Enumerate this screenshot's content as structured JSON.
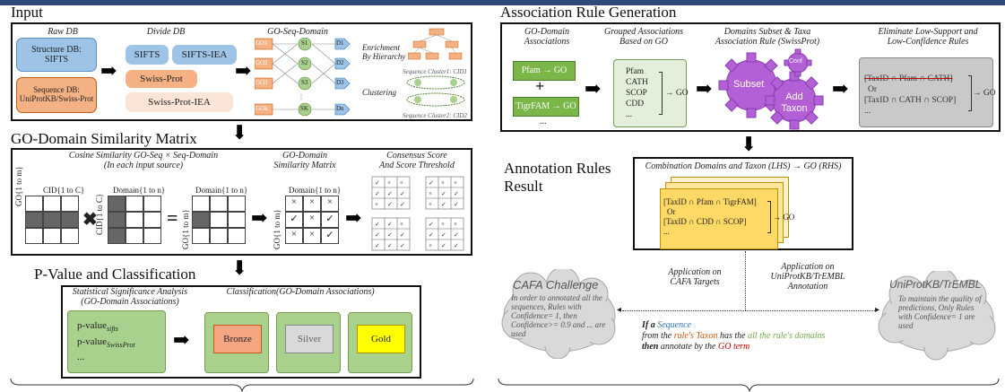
{
  "sections": {
    "input": "Input",
    "similarity": "GO-Domain Similarity Matrix",
    "pvalue": "P-Value and Classification",
    "assoc": "Association Rule Generation",
    "annot_line1": "Annotation Rules",
    "annot_line2": "Result"
  },
  "input": {
    "raw_db": "Raw DB",
    "divide_db": "Divide DB",
    "go_seq_domain": "GO-Seq-Domain",
    "structure_db_line1": "Structure DB:",
    "structure_db_line2": "SIFTS",
    "sequence_db_line1": "Sequence DB:",
    "sequence_db_line2": "UniProtKB/Swiss-Prot",
    "sifts": "SIFTS",
    "sifts_iea": "SIFTS-IEA",
    "swissprot": "Swiss-Prot",
    "swissprot_iea": "Swiss-Prot-IEA",
    "enrichment_line1": "Enrichment",
    "enrichment_line2": "By Hierarchy",
    "clustering": "Clustering",
    "seq_cluster1": "Sequence Cluster1: CID1",
    "seq_cluster2": "Sequence Cluster2: CID2",
    "go_nodes": [
      "GO1",
      "GO2",
      "GO3",
      "GOk"
    ],
    "s_nodes": [
      "S1",
      "S2",
      "S3",
      "SK"
    ],
    "d_nodes": [
      "D1",
      "D2",
      "D3",
      "Dn"
    ]
  },
  "similarity": {
    "cosine_line1": "Cosine Similarity GO-Seq × Seq-Domain",
    "cosine_line2": "(In each input source)",
    "matrix_title_line1": "GO-Domain",
    "matrix_title_line2": "Similarity Matrix",
    "consensus_line1": "Consensus Score",
    "consensus_line2": "And Score Threshold",
    "cid_label": "CID{1 to C}",
    "domain_label": "Domain{1 to n}",
    "go_label": "GO{1 to m}",
    "matrix_cells": [
      "×",
      "×",
      "×",
      "✓",
      "×",
      "✓",
      "×",
      "×",
      "✓"
    ]
  },
  "pvalue": {
    "stat_line1": "Statistical Significance Analysis",
    "stat_line2": "(GO-Domain Associations)",
    "class_title": "Classification(GO-Domain Associations)",
    "pval_sifts": "p-value",
    "pval_sifts_sub": "sifts",
    "pval_swiss": "p-value",
    "pval_swiss_sub": "SwissProt",
    "ellipsis": "...",
    "bronze": "Bronze",
    "silver": "Silver",
    "gold": "Gold"
  },
  "assoc": {
    "col1_line1": "GO-Domain",
    "col1_line2": "Associations",
    "col2_line1": "Grouped Associations",
    "col2_line2": "Based on GO",
    "col3_line1": "Domains Subset & Taxa",
    "col3_line2": "Association Rule (SwissProt)",
    "col4_line1": "Eliminate Low-Support and",
    "col4_line2": "Low-Confidence Rules",
    "pfam_go": "Pfam → GO",
    "tigrfam_go": "TigrFAM → GO",
    "plus": "+",
    "dots": "...",
    "grouped_items": [
      "Pfam",
      "CATH",
      "SCOP",
      "CDD",
      "..."
    ],
    "arrow_go": "→ GO",
    "subset": "Subset",
    "conf": "Conf",
    "add_taxon_line1": "Add",
    "add_taxon_line2": "Taxon",
    "rule1": "[TaxID ∩ Pfam ∩ CATH]",
    "rule_or": "Or",
    "rule2": "[TaxID ∩ CATH ∩ SCOP]",
    "rule_dots": "..."
  },
  "annot": {
    "combo_title": "Combination Domains and Taxon (LHS) → GO (RHS)",
    "rule1": "[TaxID ∩ Pfam ∩ TigrFAM]",
    "rule_or": "Or",
    "rule2": "[TaxID ∩ CDD ∩ SCOP]",
    "rule_dots": "...",
    "arrow_go": "→ GO",
    "app_cafa_line1": "Application on",
    "app_cafa_line2": "CAFA Targets",
    "app_uni_line1": "Application on",
    "app_uni_line2": "UniProtKB/TrEMBL",
    "app_uni_line3": "Annotation",
    "cafa_title": "CAFA Challenge",
    "cafa_text": "In order to annotated all the sequences, Rules with Confidence= 1, then Confidence>= 0.9 and ... are used",
    "uni_title": "UniProtKB/TrEMBL",
    "uni_text": "To maintain the quality of predictions, Only Rules with Confidence= 1 are used",
    "if_text_1": "If a ",
    "if_text_seq": "Sequence",
    "if_text_2": "from the ",
    "if_text_taxon": "rule's Taxon",
    "if_text_3": " has the ",
    "if_text_domains": "all the rule's domains",
    "if_text_4": "then",
    "if_text_5": " annotate by the ",
    "if_text_go": "GO term"
  },
  "colors": {
    "topbar": "#2e4a78",
    "blue_db": "#9dc3e6",
    "orange_db": "#f4b183",
    "light_orange": "#fbe5d6",
    "green": "#7ab648",
    "purple": "#b35fd6",
    "yellow": "#ffd966",
    "bronze": "#f4a582",
    "silver": "#d9d9d9",
    "gold": "#ffff00",
    "gray_cloud": "#d9d9d9"
  }
}
